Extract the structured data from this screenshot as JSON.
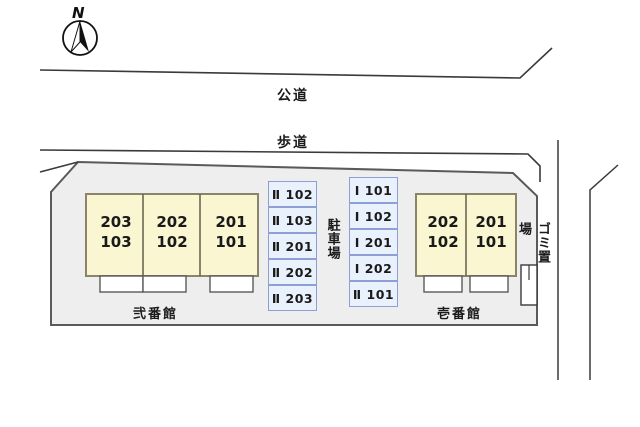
{
  "map": {
    "title": "apartment-site-plan",
    "compass": {
      "label": "N"
    },
    "roads": {
      "public_road": "公道",
      "sidewalk": "歩道"
    },
    "parking": {
      "label": "駐車場",
      "left_column": [
        "Ⅱ 102",
        "Ⅱ 103",
        "Ⅱ 201",
        "Ⅱ 202",
        "Ⅱ 203"
      ],
      "right_column": [
        "Ⅰ 101",
        "Ⅰ 102",
        "Ⅰ 201",
        "Ⅰ 202",
        "Ⅱ 101"
      ]
    },
    "garbage_area": {
      "label": "ゴミ置場"
    },
    "buildings": [
      {
        "name": "弐番館",
        "units": [
          {
            "upper": "203",
            "lower": "103"
          },
          {
            "upper": "202",
            "lower": "102"
          },
          {
            "upper": "201",
            "lower": "101"
          }
        ]
      },
      {
        "name": "壱番館",
        "units": [
          {
            "upper": "202",
            "lower": "102"
          },
          {
            "upper": "201",
            "lower": "101"
          }
        ]
      }
    ],
    "colors": {
      "building_fill": "#faf6d2",
      "building_stroke": "#8a8468",
      "site_fill": "#eeeeee",
      "site_stroke": "#5a5a5a",
      "parking_fill": "#e9f1fc",
      "parking_stroke": "#8e9fd6",
      "road_line": "#3a3a3a"
    }
  }
}
